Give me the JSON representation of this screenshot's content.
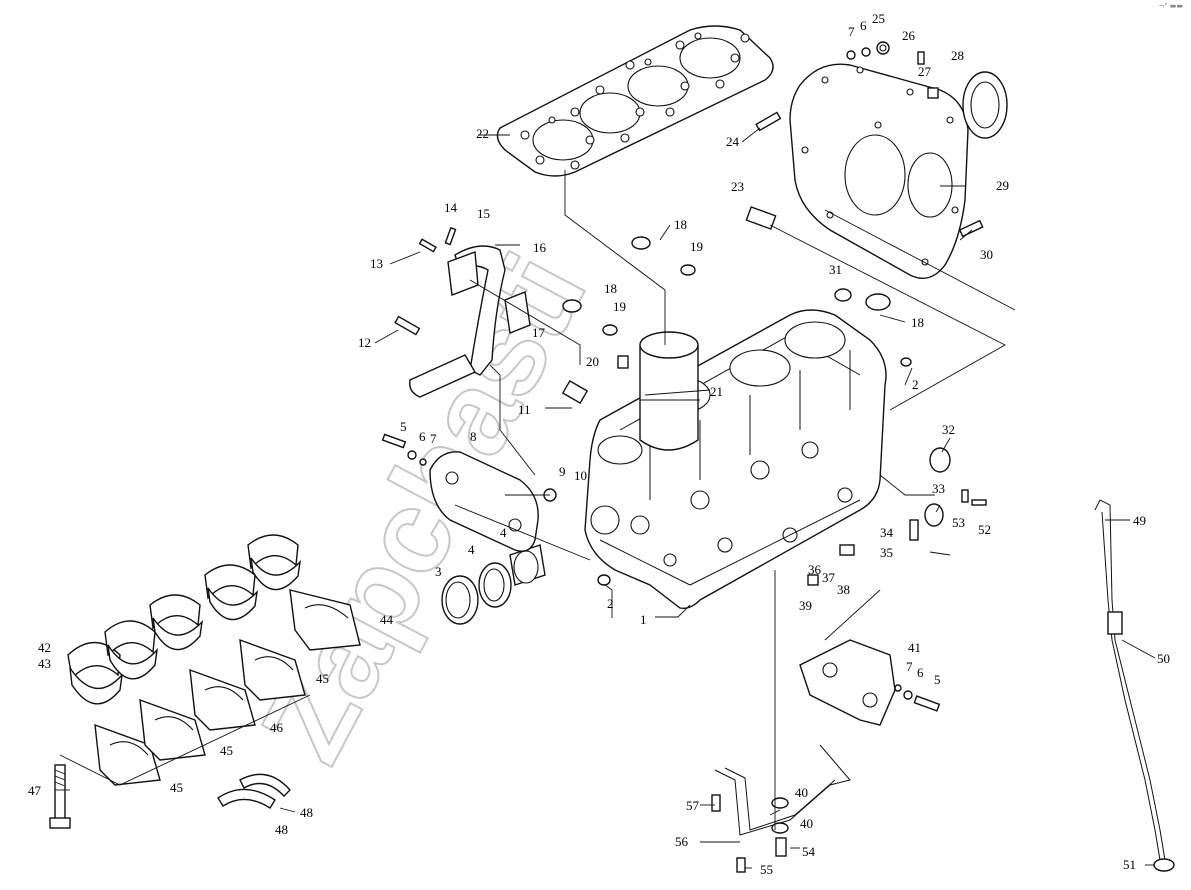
{
  "corner_mark": "¬\" ▬▬",
  "watermark": "Zapchasti",
  "callouts": {
    "n1": "1",
    "n2": "2",
    "n3": "3",
    "n4": "4",
    "n5": "5",
    "n6": "6",
    "n7": "7",
    "n8": "8",
    "n9": "9",
    "n10": "10",
    "n11": "11",
    "n12": "12",
    "n13": "13",
    "n14": "14",
    "n15": "15",
    "n16": "16",
    "n17": "17",
    "n18": "18",
    "n19": "19",
    "n20": "20",
    "n21": "21",
    "n22": "22",
    "n23": "23",
    "n24": "24",
    "n25": "25",
    "n26": "26",
    "n27": "27",
    "n28": "28",
    "n29": "29",
    "n30": "30",
    "n31": "31",
    "n32": "32",
    "n33": "33",
    "n34": "34",
    "n35": "35",
    "n36": "36",
    "n37": "37",
    "n38": "38",
    "n39": "39",
    "n40": "40",
    "n41": "41",
    "n42": "42",
    "n43": "43",
    "n44": "44",
    "n45": "45",
    "n46": "46",
    "n47": "47",
    "n48": "48",
    "n49": "49",
    "n50": "50",
    "n51": "51",
    "n52": "52",
    "n53": "53",
    "n54": "54",
    "n55": "55",
    "n56": "56",
    "n57": "57"
  }
}
